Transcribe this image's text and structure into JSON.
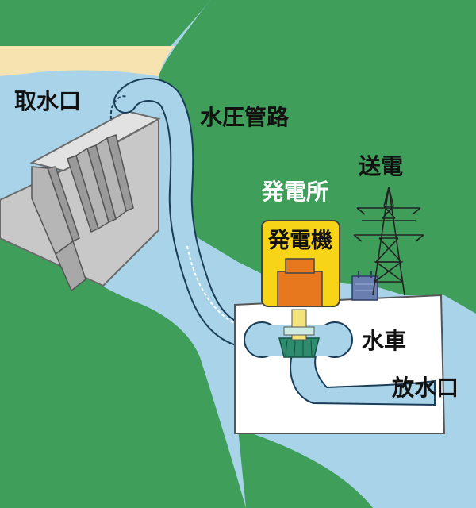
{
  "diagram": {
    "labels": {
      "intake": "取水口",
      "penstock": "水圧管路",
      "station": "発電所",
      "transmission": "送電",
      "generator": "発電機",
      "turbine": "水車",
      "outlet": "放水口"
    },
    "colors": {
      "mountain": "#3f9e5a",
      "water": "#a9d3e8",
      "sand": "#f6e3b0",
      "dam": "#c8c8c8",
      "building": "#ffffff",
      "generator_panel": "#f7d417",
      "generator_core": "#e8781e",
      "turbine_wheel": "#2e8b6e",
      "transformer": "#6a7fb0",
      "label_text": "#111111",
      "station_label_text": "#ffffff"
    }
  }
}
